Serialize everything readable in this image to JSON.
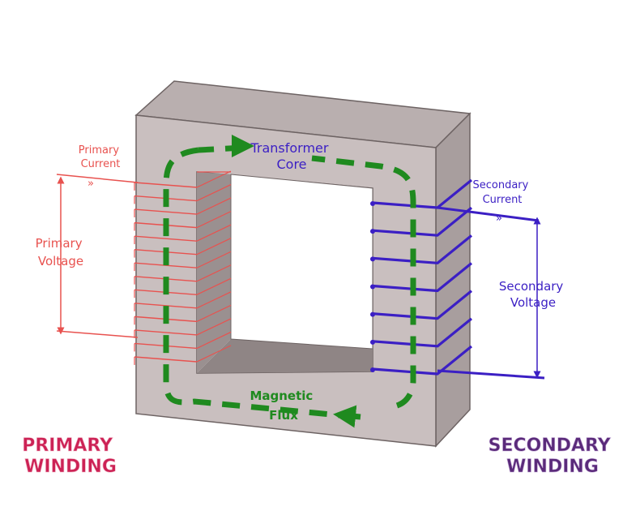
{
  "labels": {
    "primary_current": [
      "Primary",
      "Current"
    ],
    "primary_voltage": [
      "Primary",
      "Voltage"
    ],
    "transformer_core": [
      "Transformer",
      "Core"
    ],
    "secondary_current": [
      "Secondary",
      "Current"
    ],
    "secondary_voltage": [
      "Secondary",
      "Voltage"
    ],
    "magnetic_flux": [
      "Magnetic",
      "Flux"
    ],
    "primary_winding": [
      "PRIMARY",
      "WINDING"
    ],
    "secondary_winding": [
      "SECONDARY",
      "WINDING"
    ]
  },
  "colors": {
    "primary": "#e8524f",
    "secondary": "#3b1fc4",
    "flux": "#1f8a1f",
    "core_face": "#c9bfbf",
    "core_side": "#a89e9e",
    "core_top": "#b9afaf",
    "window_shadow": "#8f8585",
    "primary_title": "#cc2255",
    "secondary_title": "#5a2a7a"
  },
  "counts": {
    "primary_turns": 14,
    "secondary_turns": 6
  }
}
